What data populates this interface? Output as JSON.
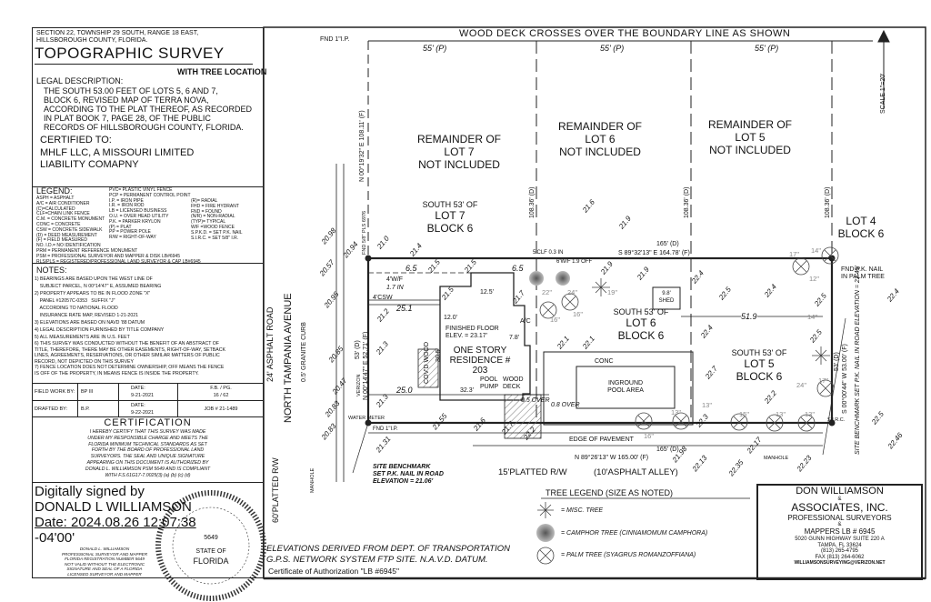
{
  "header": {
    "location": [
      "SECTION 22, TOWNSHIP 29 SOUTH, RANGE 18 EAST,",
      "HILLSBOROUGH COUNTY, FLORIDA."
    ],
    "title": "TOPOGRAPHIC SURVEY",
    "subtitle": "WITH TREE LOCATION"
  },
  "legal": {
    "label": "LEGAL DESCRIPTION:",
    "lines": [
      "THE SOUTH 53.00 FEET OF LOTS 5, 6 AND 7,",
      "BLOCK 6, REVISED MAP OF TERRA NOVA,",
      "ACCORDING TO THE PLAT THEREOF, AS RECORDED",
      "IN PLAT BOOK 7, PAGE 28, OF THE PUBLIC",
      "RECORDS OF HILLSBOROUGH COUNTY, FLORIDA."
    ]
  },
  "certified": {
    "label": "CERTIFIED TO:",
    "lines": [
      "MHLF LLC, A MISSOURI LIMITED",
      "LIABILITY COMAPNY"
    ]
  },
  "legend": {
    "label": "LEGEND:",
    "col1": [
      "ASPH = ASPHALT",
      "A/C = AIR CONDITIONER",
      "(C)=CALCULATED",
      "CLF=CHAIN LINK FENCE",
      "C.M. = CONCRETE MONUMENT",
      "CONC = CONCRETE",
      "CSW = CONCRETE SIDEWALK",
      "(D) = DEED MEASUREMENT",
      "(F) = FIELD MEASURED",
      "NO. I.D.= NO IDENTIFICATION"
    ],
    "col2": [
      "PVC= PLASTIC VINYL FENCE",
      "PCP = PERMANENT CONTROL POINT",
      "I.P. = IRON PIPE",
      "I.R. = IRON ROD",
      "LB = LICENSED BUSINESS",
      "O.U. = OVER HEAD UTILITY",
      "P.K. = PARKER KRYLON",
      "(P) = PLAT",
      "PP = POWER POLE",
      "R/W = RIGHT-OF-WAY"
    ],
    "col3": [
      "(R)= RADIAL",
      "FHD = FIRE HYDRANT",
      "FND = FOUND",
      "(N/R) = NON-RADIAL",
      "(TYP)= TYPICAL",
      "W/F =WOOD FENCE",
      "S.P.K.D. = SET P.K. NAIL",
      "S.I.R.C. = SET 5/8\" I.R."
    ],
    "wide": [
      "PRM = PERMANENT REFERENCE MONUMENT",
      "PSM = PROFESSIONAL SURVEYOR AND MAPPER & DISK LB#6945",
      "RLS/PLS = REGISTERED/PROFESSIONAL LAND SURVEYOR & CAP LB#6945"
    ]
  },
  "notes": {
    "label": "NOTES:",
    "lines": [
      "1) BEARINGS ARE BASED UPON THE WEST LINE OF",
      "    SUBJECT PARCEL, N 00°14'47\" E, ASSUMED BEARING",
      "2) PROPERTY APPEARS TO BE IN FLOOD ZONE \"X\"",
      "    PANEL #12057C-0353   SUFFIX \"J\"",
      "    ACCORDING TO NATIONAL FLOOD",
      "    INSURANCE RATE MAP, REVISED 1-21-2021",
      "3) ELEVATIONS ARE BASED ON NAVD '88 DATUM",
      "4) LEGAL DESCRIPTION FURNISHED BY TITLE COMPANY",
      "5) ALL MEASUREMENTS ARE IN U.S. FEET",
      "6) THIS SURVEY WAS CONDUCTED WITHOUT THE BENEFIT OF AN ABSTRACT OF",
      "TITLE, THEREFORE, THERE MAY BE OTHER EASEMENTS, RIGHT-OF-WAY, SETBACK",
      "LINES, AGREEMENTS, RESERVATIONS, OR OTHER SIMILAR MATTERS OF PUBLIC",
      "RECORD, NOT DEPICTED ON THIS SURVEY",
      "7) FENCE LOCATION DOES NOT DETERMINE OWNERSHIP, OFF MEANS THE FENCE",
      "IS OFF OF THE PROPERTY, IN MEANS FENCE IS INSIDE THE PROPERTY."
    ]
  },
  "work": {
    "field_label": "FIELD WORK BY:",
    "field_by": "BP III",
    "field_date_label": "DATE:",
    "field_date": "9-21-2021",
    "fb_label": "F.B. / PG.",
    "fb_value": "16 / 62",
    "drafted_label": "DRAFTED BY:",
    "drafted_by": "B.P.",
    "drafted_date_label": "DATE:",
    "drafted_date": "9-22-2021",
    "job": "JOB # 21-1489"
  },
  "certification": {
    "title": "CERTIFICATION",
    "lines": [
      "I HEREBY CERTIFY THAT THIS SURVEY WAS MADE",
      "UNDER MY RESPONSIBLE CHARGE AND MEETS THE",
      "FLORIDA MINIMUM TECHNICAL STANDARDS AS SET",
      "FORTH BY THE BOARD OF PROFESSIONAL LAND",
      "SURVEYORS.  THE SEAL AND UNIQUE SIGNATURE",
      "APPEARING ON THIS DOCUMENT IS AUTHORIZED BY",
      "DONALD L. WILLIAMSON PSM 5649 AND IS COMPLIANT",
      "WITH F.S.61G17-7.0025(3) (a) (b) (c) (d)"
    ]
  },
  "signature": {
    "line1": "Digitally signed by",
    "line2": "DONALD L WILLIAMSON",
    "line3": "Date: 2024.08.26 12:07:38",
    "line4": "-04'00'",
    "small": [
      "DONALD L. WILLIAMSON",
      "PROFESSIONAL SURVEYOR AND MAPPER",
      "FLORIDA REGISTRATION NUMBER 5649",
      "NOT VALID WITHOUT THE ELECTRONIC",
      "SIGNATURE AND SEAL OF A FLORIDA",
      "LICENSED SURVEYOR AND MAPPER"
    ],
    "seal": {
      "top": "DONALD L. WILLIAMSON",
      "license_label": "License Number",
      "number": "5649",
      "state1": "STATE OF",
      "state2": "FLORIDA",
      "bottom": "Professional Surveyor and Mapper"
    }
  },
  "drawing": {
    "banner": "WOOD DECK CROSSES OVER THE BOUNDARY LINE AS SHOWN",
    "scale": "SCALE 1\"=20'",
    "fnd_ip_top": "FND 1\"I.P.",
    "fnd_ip_bottom": "FND 1\"I.P.",
    "top_dims": [
      "55' (P)",
      "55' (P)",
      "55' (P)"
    ],
    "remainders": [
      {
        "l1": "REMAINDER OF",
        "l2": "LOT 7",
        "l3": "NOT INCLUDED"
      },
      {
        "l1": "REMAINDER OF",
        "l2": "LOT 6",
        "l3": "NOT INCLUDED"
      },
      {
        "l1": "REMAINDER OF",
        "l2": "LOT 5",
        "l3": "NOT INCLUDED"
      }
    ],
    "side_dims": [
      "N 00°19'32\" E  108.11' (F)",
      "108.36' (D)",
      "108.36' (D)",
      "108.36' (D)"
    ],
    "lot4": {
      "l1": "LOT 4",
      "l2": "BLOCK 6"
    },
    "lots": [
      {
        "l1": "SOUTH 53' OF",
        "l2": "LOT 7",
        "l3": "BLOCK 6"
      },
      {
        "l1": "SOUTH 53' OF",
        "l2": "LOT 6",
        "l3": "BLOCK 6"
      },
      {
        "l1": "SOUTH 53' OF",
        "l2": "LOT 5",
        "l3": "BLOCK 6"
      }
    ],
    "north_bearing": "S 89°32'13\" E  164.78' (F)",
    "north_deed": "165' (D)",
    "south_bearing": "N 89°26'13\" W  165.00' (F)",
    "south_deed": "165' (D)",
    "west_bearing": "N 00°14'47\" E  52.71' (F)",
    "west_deed": "53' (D)",
    "east_bearing": "S 00°00'44\" W  53.00' (F)",
    "east_deed": "53' (D)",
    "residence": {
      "l1": "ONE STORY",
      "l2": "RESIDENCE #",
      "l3": "203",
      "floor1": "FINISHED FLOOR",
      "floor2": "ELEV. = 23.17'"
    },
    "labels": {
      "pool1": "INGROUND",
      "pool2": "POOL AREA",
      "conc": "CONC",
      "shed_dim": "9.8'",
      "shed": "SHED",
      "pool_pump1": "POOL",
      "pool_pump2": "PUMP",
      "deck1": "WOOD",
      "deck2": "DECK",
      "ac": "A/C",
      "covd_wood": "COV'D WOOD",
      "csw": "4'CSW",
      "wf": "4'W/F",
      "edge": "EDGE OF PAVEMENT",
      "alley_rw": "15'PLATTED R/W",
      "alley": "(10'ASPHALT ALLEY)",
      "road_rw": "60'PLATTED R/W",
      "road_asph": "24' ASPHALT ROAD",
      "avenue": "NORTH TAMPANIA AVENUE",
      "granite": "0.5' GRANITE CURB",
      "water_meter": "WATER METER",
      "manhole_w": "MANHOLE",
      "manhole_s": "MANHOLE",
      "fnd_pk": "FND P.K. NAIL",
      "fnd_pk2": "IN PALM TREE",
      "sirc": "S.I.R.C.",
      "bm1": "SITE BENCHMARK",
      "bm2": "SET P.K. NAIL IN ROAD",
      "bm3": "ELEVATION = 21.06'",
      "bm_e": "SITE BENCHMARK SET P.K. NAIL IN ROAD ELEVATION = 22.45'",
      "verizon": "VERIZON",
      "fnd_pls": "FND 5/8\" PLS 6976",
      "off1": "0.5 OVER",
      "off2": "0.8 OVER",
      "clf_in": "5'CLF 0.3 IN",
      "wf_off": "6'W/F 1.9 OFF",
      "dim_51_9": "51.9",
      "dim_25_1": "25.1",
      "dim_25_0": "25.0",
      "dim_32_3": "32.3'",
      "dim_30_5": "30.5'",
      "dim_12_0": "12.0'",
      "dim_12_5": "12.5'",
      "dim_6_5a": "6.5",
      "dim_6_5b": "6.5",
      "dim_7_8": "7.8'",
      "dim_1_7": "1.7 IN"
    },
    "elevations": [
      "21.0",
      "21.4",
      "21.5",
      "21.5",
      "21.5",
      "21.7",
      "21.9",
      "21.6",
      "21.9",
      "21.9",
      "22.1",
      "22.1",
      "22.4",
      "22.5",
      "22.4",
      "22.4",
      "22.5",
      "22.7",
      "22.2",
      "22.3",
      "22.5",
      "22.4",
      "21.3",
      "21.2",
      "21.3",
      "21.55",
      "21.6",
      "21.7",
      "22.2",
      "21.31",
      "21.98",
      "22.13",
      "22.35",
      "22.17",
      "22.23",
      "22.5",
      "22.46",
      "20.94",
      "20.98",
      "20.95",
      "20.83",
      "20.85",
      "20.57",
      "20.47",
      "20.83"
    ],
    "trees": [
      "22\"",
      "24\"",
      "19\"",
      "16\"",
      "16\"",
      "17\"",
      "14\"",
      "12\"",
      "14\"",
      "24\"",
      "17\"",
      "13\"",
      "13\"",
      "15\"",
      "13\"",
      "13\"",
      "16\""
    ],
    "elev_note": [
      "ELEVATIONS DERIVED FROM DEPT. OF TRANSPORTATION",
      "G.P.S. NETWORK SYSTEM FTP SITE. N.A.V.D. DATUM."
    ],
    "cert_auth": "Certificate of Authorization \"LB #6945\""
  },
  "tree_legend": {
    "title": "TREE LEGEND (SIZE AS NOTED)",
    "items": [
      "= MISC. TREE",
      "= CAMPHOR TREE (CINNAMOMUM CAMPHORA)",
      "= PALM TREE (SYAGRUS ROMANZOFFIANA)"
    ]
  },
  "company": {
    "l1": "DON WILLIAMSON",
    "amp1": "&",
    "l2": "ASSOCIATES, INC.",
    "l3": "PROFESSIONAL SURVEYORS",
    "amp2": "&",
    "l4": "MAPPERS  LB # 6945",
    "addr1": "5020 GUNN HIGHWAY SUITE 220 A",
    "addr2": "TAMPA, FL 33624",
    "phone": "(813) 265-4795",
    "fax": "FAX (813) 264-6062",
    "email": "WILLIAMSONSURVEYING@VERIZON.NET"
  }
}
